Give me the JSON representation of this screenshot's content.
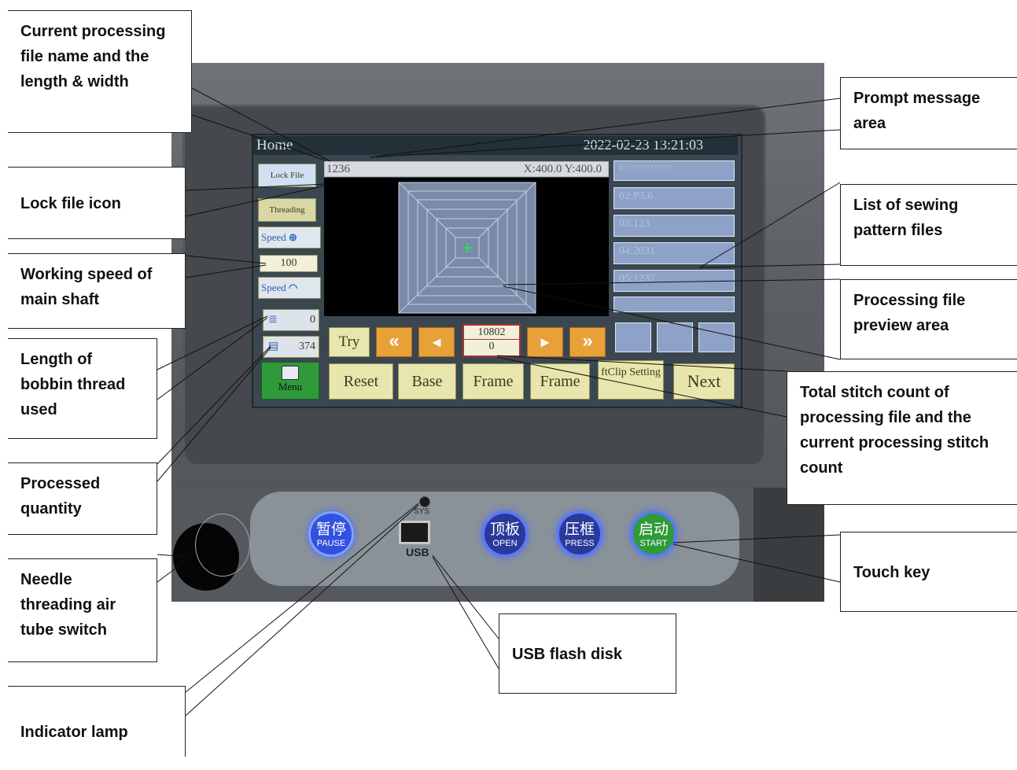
{
  "screen": {
    "title": "Home",
    "datetime": "2022-02-23 13:21:03",
    "file_name": "1236",
    "coords": "X:400.0 Y:400.0",
    "left_buttons": {
      "lock_file": "Lock File",
      "threading": "Threading",
      "speed_up": "Speed",
      "speed_value": "100",
      "speed_down": "Speed",
      "bobbin_value": "0",
      "quantity_value": "374",
      "menu": "Menu"
    },
    "file_list": [
      "01:???????????",
      "02:P3.6",
      "03:123",
      "04:2031",
      "05:1237",
      ""
    ],
    "stitch_total": "10802",
    "stitch_current": "0",
    "controls": {
      "try": "Try",
      "rewind_fast": "«",
      "rewind": "◄",
      "forward": "►",
      "forward_fast": "»"
    },
    "bottom_buttons": [
      "Reset",
      "Base",
      "Frame",
      "Frame",
      "ftClip Setting",
      "Next"
    ]
  },
  "panel": {
    "sys_label": "SYS",
    "usb_label": "USB",
    "keys": [
      {
        "zh": "暂停",
        "en": "PAUSE"
      },
      {
        "zh": "顶板",
        "en": "OPEN"
      },
      {
        "zh": "压框",
        "en": "PRESS"
      },
      {
        "zh": "启动",
        "en": "START"
      }
    ]
  },
  "callouts": {
    "current_file": "Current processing file name and the length & width",
    "prompt": "Prompt message area",
    "lock_icon": "Lock file icon",
    "file_list": "List of sewing pattern files",
    "speed": "Working speed of main shaft",
    "preview": "Processing file preview area",
    "bobbin": "Length of bobbin thread used",
    "stitch": "Total stitch count of processing file and the current processing stitch count",
    "quantity": "Processed quantity",
    "touch_key": "Touch key",
    "air_switch": "Needle threading air tube switch",
    "usb": "USB flash disk",
    "lamp": "Indicator lamp"
  },
  "colors": {
    "screen_bg": "#3b4750",
    "file_box": "#8ea2c8",
    "button_yellow": "#e8e6ac",
    "button_orange": "#e8a038",
    "key_blue_glow": "#3a5cff",
    "key_green": "#2f9a3a"
  }
}
